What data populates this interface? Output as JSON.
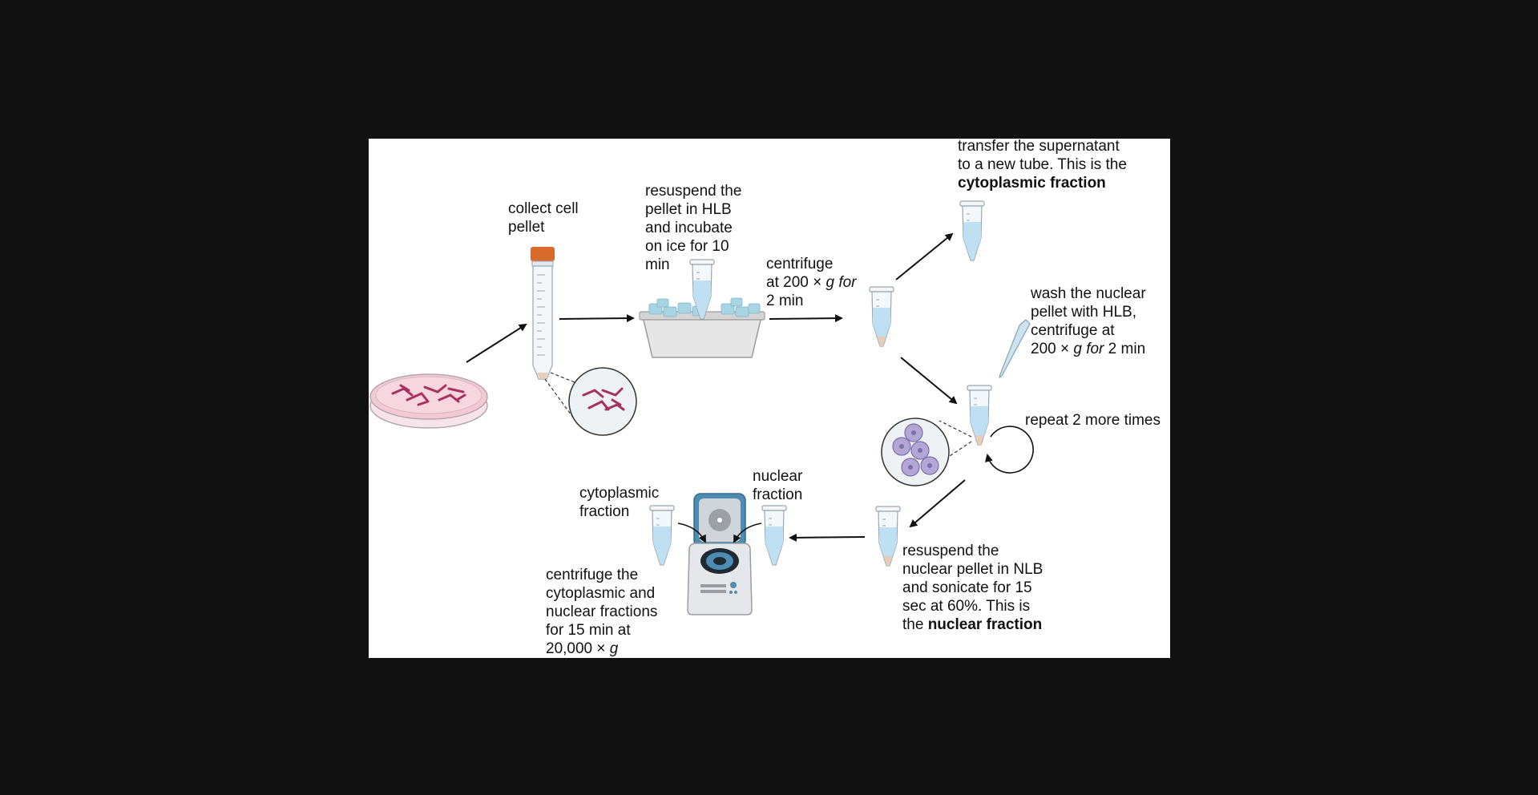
{
  "steps": {
    "collect": {
      "lines": [
        "collect cell",
        "pellet"
      ]
    },
    "resuspend_hlb": {
      "lines": [
        "resuspend the",
        "pellet in HLB",
        "and incubate",
        "on ice for 10",
        "min"
      ]
    },
    "centrifuge1": {
      "l1": "centrifuge",
      "l2_a": "at 200 × ",
      "l2_g": "g for",
      "l3": "2 min"
    },
    "transfer": {
      "l1": "transfer the supernatant",
      "l2": "to a new tube. This is the",
      "l3_bold": "cytoplasmic fraction"
    },
    "wash": {
      "l1": "wash the nuclear",
      "l2": "pellet with HLB,",
      "l3": "centrifuge at",
      "l4_a": "200 × ",
      "l4_g": "g for",
      "l4_b": " 2 min"
    },
    "repeat": {
      "text": "repeat 2 more times"
    },
    "resuspend_nlb": {
      "l1": "resuspend the",
      "l2": "nuclear pellet in NLB",
      "l3": "and sonicate for 15",
      "l4": "sec at 60%. This is",
      "l5_a": "the ",
      "l5_bold": "nuclear fraction"
    },
    "nuclear_label": {
      "lines": [
        "nuclear",
        "fraction"
      ]
    },
    "cytoplasmic_label": {
      "lines": [
        "cytoplasmic",
        "fraction"
      ]
    },
    "final": {
      "l1": "centrifuge the",
      "l2": "cytoplasmic and",
      "l3": "nuclear fractions",
      "l4": "for 15 min at",
      "l5_a": "20,000 × ",
      "l5_g": "g"
    }
  },
  "colors": {
    "background": "#111111",
    "panel": "#ffffff",
    "arrow": "#111111",
    "tube_liquid": "#bfe0f2",
    "pellet": "#e8cdb6",
    "cap": "#d86a2c",
    "dish_liquid": "#f3c9d6",
    "cells": "#a8325e",
    "nuclei": "#b3a7d6",
    "ice": "#a8d4e4",
    "centrifuge_blue": "#4e8db3"
  }
}
